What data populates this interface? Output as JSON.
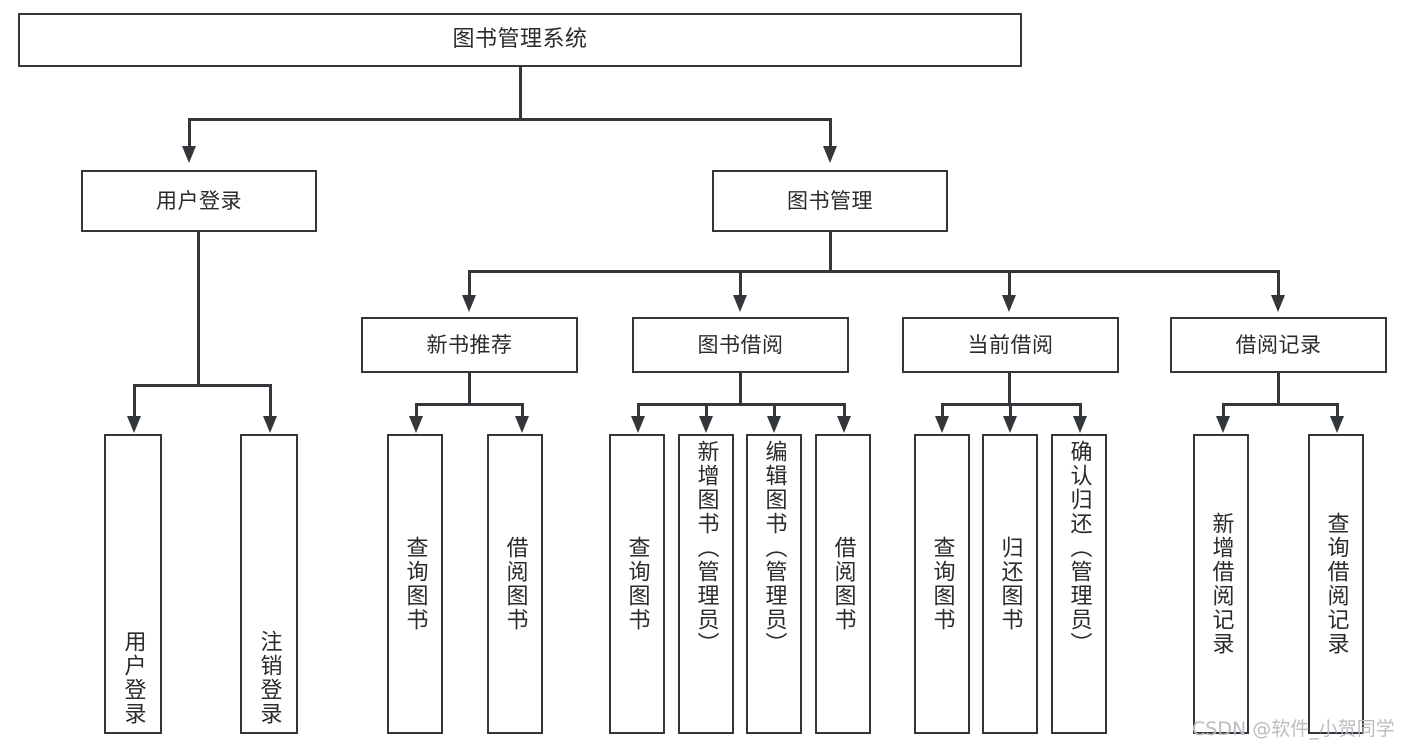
{
  "diagram": {
    "title": "图书管理系统",
    "type": "hierarchy-tree",
    "levels": 4,
    "root": {
      "id": "root",
      "label": "图书管理系统",
      "children": [
        {
          "id": "user-login",
          "label": "用户登录",
          "children": [
            {
              "id": "login",
              "label": "用户登录",
              "orientation": "vertical"
            },
            {
              "id": "logout",
              "label": "注销登录",
              "orientation": "vertical"
            }
          ]
        },
        {
          "id": "book-manage",
          "label": "图书管理",
          "children": [
            {
              "id": "new-book-rec",
              "label": "新书推荐",
              "children": [
                {
                  "id": "query-book-1",
                  "label": "查询图书",
                  "orientation": "vertical"
                },
                {
                  "id": "borrow-book-1",
                  "label": "借阅图书",
                  "orientation": "vertical"
                }
              ]
            },
            {
              "id": "book-borrow",
              "label": "图书借阅",
              "children": [
                {
                  "id": "query-book-2",
                  "label": "查询图书",
                  "orientation": "vertical"
                },
                {
                  "id": "add-book",
                  "label": "新增图书（管理员）",
                  "orientation": "vertical"
                },
                {
                  "id": "edit-book",
                  "label": "编辑图书（管理员）",
                  "orientation": "vertical"
                },
                {
                  "id": "borrow-book-2",
                  "label": "借阅图书",
                  "orientation": "vertical"
                }
              ]
            },
            {
              "id": "current-borrow",
              "label": "当前借阅",
              "children": [
                {
                  "id": "query-book-3",
                  "label": "查询图书",
                  "orientation": "vertical"
                },
                {
                  "id": "return-book",
                  "label": "归还图书",
                  "orientation": "vertical"
                },
                {
                  "id": "confirm-return",
                  "label": "确认归还（管理员）",
                  "orientation": "vertical"
                }
              ]
            },
            {
              "id": "borrow-record",
              "label": "借阅记录",
              "children": [
                {
                  "id": "add-record",
                  "label": "新增借阅记录",
                  "orientation": "vertical"
                },
                {
                  "id": "query-record",
                  "label": "查询借阅记录",
                  "orientation": "vertical"
                }
              ]
            }
          ]
        }
      ]
    }
  },
  "watermark": {
    "text": "CSDN @软件_小贺同学"
  },
  "colors": {
    "stroke": "#33363a",
    "text": "#2b2b2b",
    "background": "#ffffff",
    "watermark": "#b9bcc0"
  }
}
